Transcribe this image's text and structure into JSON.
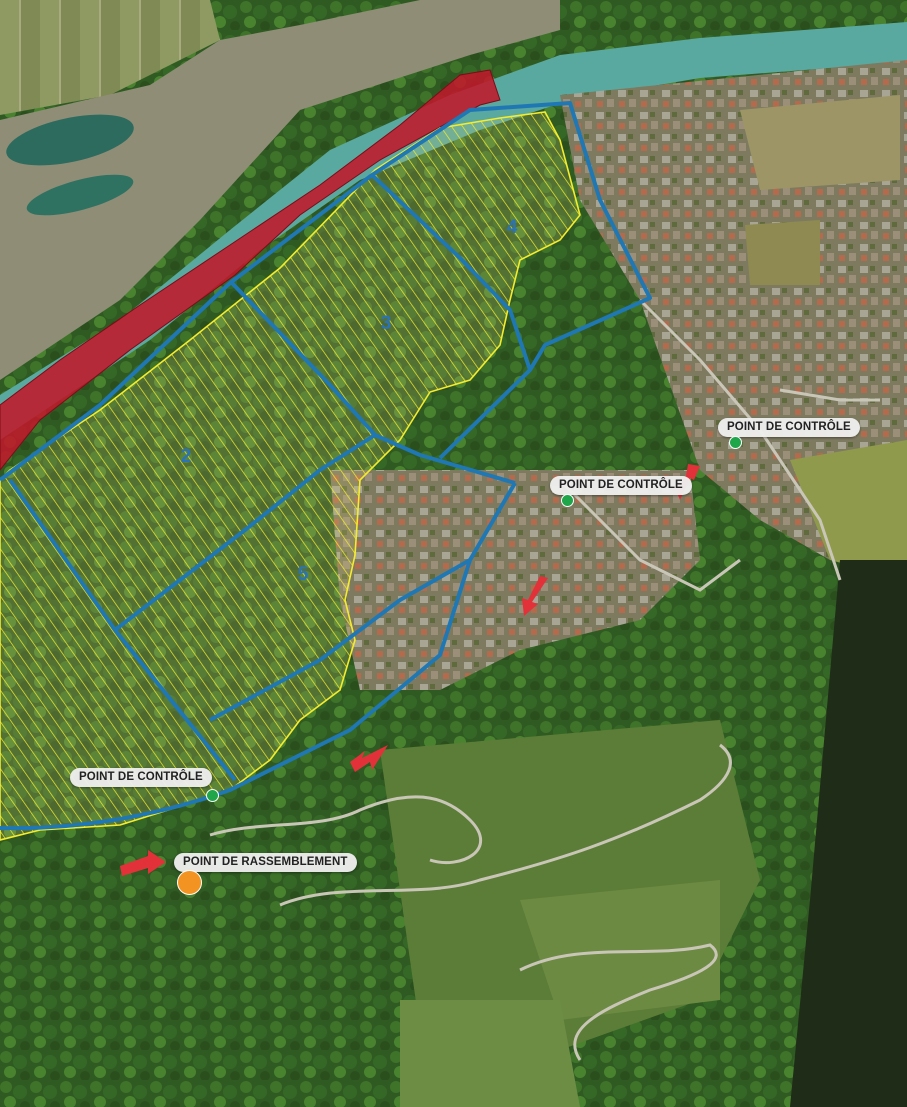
{
  "map": {
    "colors": {
      "danger_zone": "#c0182a",
      "zone_border": "#1f78b4",
      "zone_hatch": "#f4ec2d",
      "control_point": "#1fa54a",
      "assembly_point": "#f39322",
      "arrow": "#e3313a",
      "river": "#5aa9a0"
    },
    "zones": [
      {
        "number": "2"
      },
      {
        "number": "3"
      },
      {
        "number": "4"
      },
      {
        "number": "5"
      }
    ],
    "control_points": [
      {
        "label": "POINT DE CONTRÔLE",
        "icon": "control-point-dot"
      },
      {
        "label": "POINT DE CONTRÔLE",
        "icon": "control-point-dot"
      },
      {
        "label": "POINT DE CONTRÔLE",
        "icon": "control-point-dot"
      }
    ],
    "assembly_point": {
      "label": "POINT DE RASSEMBLEMENT",
      "icon": "assembly-point-dot"
    },
    "arrows": [
      "direction-arrow-icon",
      "direction-arrow-icon",
      "direction-arrow-icon",
      "direction-arrow-icon"
    ]
  }
}
